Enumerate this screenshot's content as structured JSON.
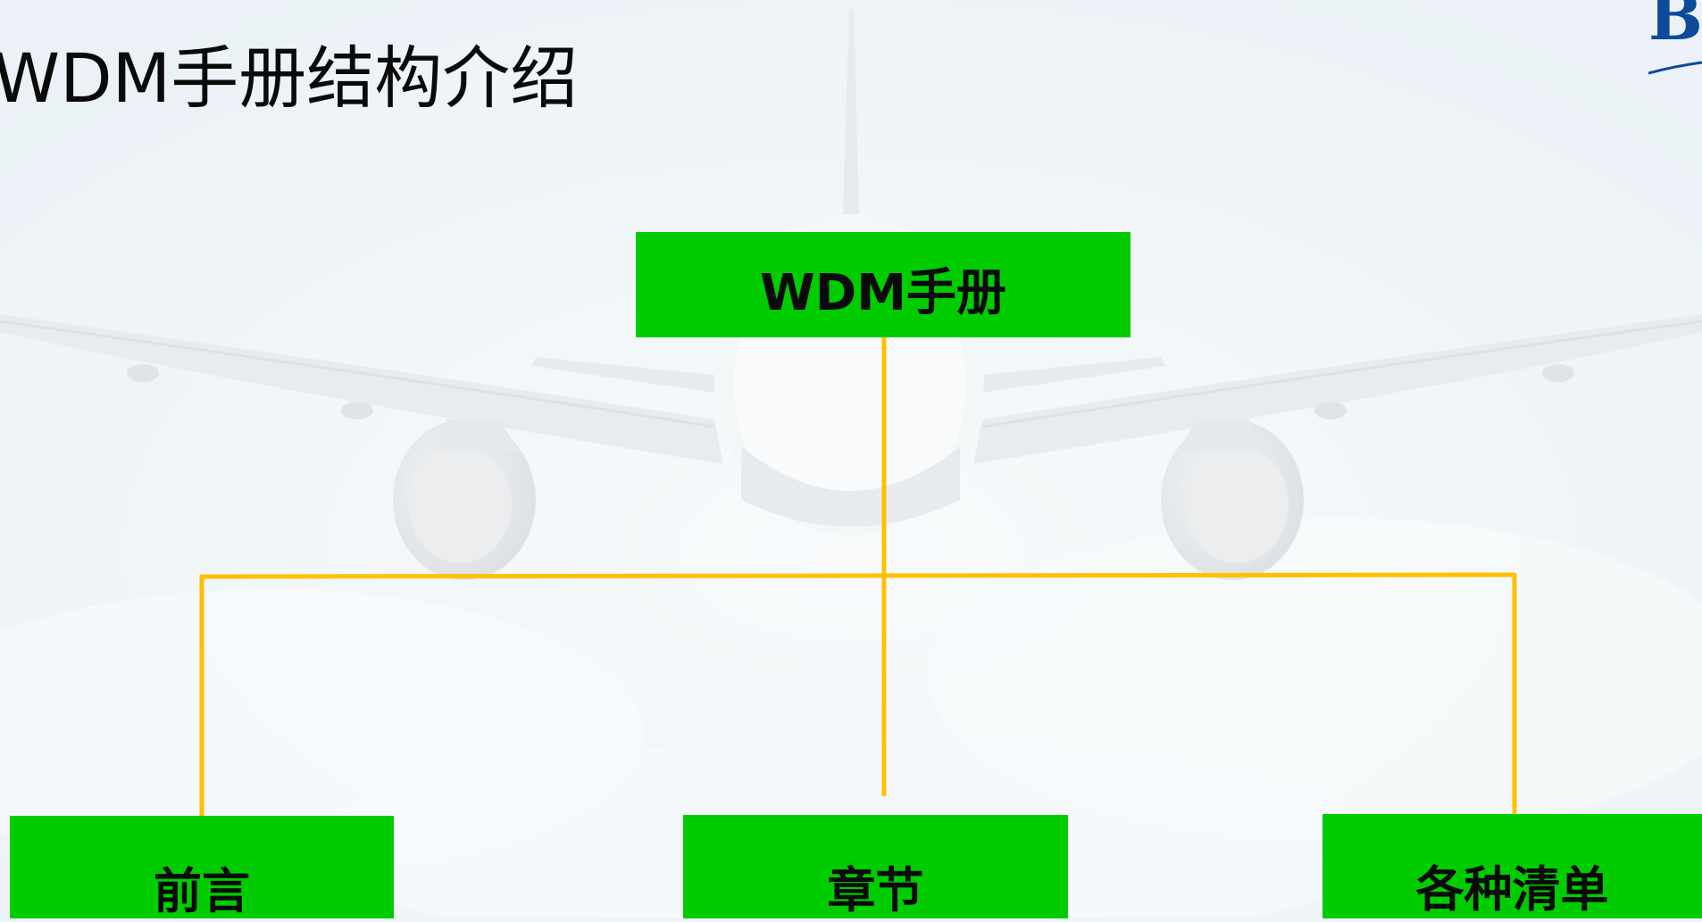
{
  "slide": {
    "title": "WDM手册结构介绍"
  },
  "logo": {
    "text": "BI",
    "brand_color": "#0d4a99"
  },
  "diagram": {
    "type": "org-chart",
    "root": {
      "label": "WDM手册"
    },
    "children": [
      {
        "label": "前言"
      },
      {
        "label": "章节"
      },
      {
        "label": "各种清单"
      }
    ],
    "node_color": "#00cc00",
    "connector_color": "#ffc000",
    "text_color": "#0a0a0a"
  },
  "background": {
    "subject": "airplane-photo"
  }
}
